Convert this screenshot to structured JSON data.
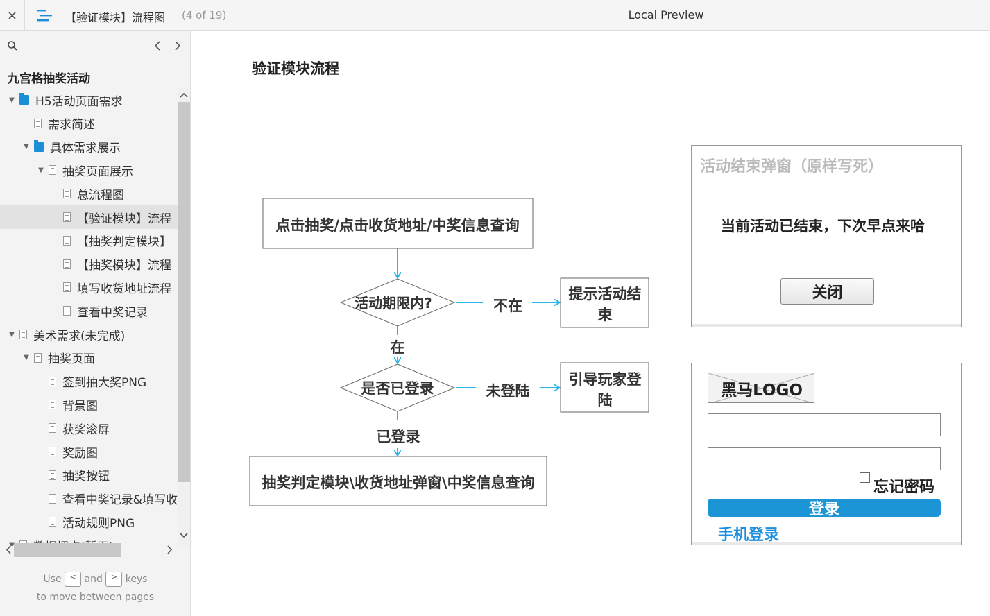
{
  "topbar": {
    "close_symbol": "×",
    "page_title": "【验证模块】流程图",
    "page_count": "(4 of 19)",
    "app_title": "Local Preview"
  },
  "sidebar": {
    "project_title": "九宫格抽奖活动",
    "tree": [
      {
        "label": "H5活动页面需求",
        "type": "folder",
        "level": 0,
        "expanded": true
      },
      {
        "label": "需求简述",
        "type": "page",
        "level": 1
      },
      {
        "label": "具体需求展示",
        "type": "folder",
        "level": 1,
        "expanded": true
      },
      {
        "label": "抽奖页面展示",
        "type": "page",
        "level": 2,
        "expanded": true
      },
      {
        "label": "总流程图",
        "type": "page",
        "level": 3
      },
      {
        "label": "【验证模块】流程",
        "type": "page",
        "level": 3,
        "active": true
      },
      {
        "label": "【抽奖判定模块】",
        "type": "page",
        "level": 3
      },
      {
        "label": "【抽奖模块】流程",
        "type": "page",
        "level": 3
      },
      {
        "label": "填写收货地址流程",
        "type": "page",
        "level": 3
      },
      {
        "label": "查看中奖记录",
        "type": "page",
        "level": 3
      },
      {
        "label": "美术需求(未完成)",
        "type": "page",
        "level": 0,
        "expanded": true
      },
      {
        "label": "抽奖页面",
        "type": "page",
        "level": 1,
        "expanded": true
      },
      {
        "label": "签到抽大奖PNG",
        "type": "page",
        "level": 2
      },
      {
        "label": "背景图",
        "type": "page",
        "level": 2
      },
      {
        "label": "获奖滚屏",
        "type": "page",
        "level": 2
      },
      {
        "label": "奖励图",
        "type": "page",
        "level": 2
      },
      {
        "label": "抽奖按钮",
        "type": "page",
        "level": 2
      },
      {
        "label": "查看中奖记录&填写收",
        "type": "page",
        "level": 2
      },
      {
        "label": "活动规则PNG",
        "type": "page",
        "level": 2
      },
      {
        "label": "数据埋点(暂无)",
        "type": "page",
        "level": 0,
        "expanded": true
      }
    ],
    "hint": {
      "use": "Use",
      "and": "and",
      "keys": "keys",
      "line2": "to move between pages",
      "prev_key": "<",
      "next_key": ">"
    }
  },
  "canvas": {
    "title": "验证模块流程",
    "flow": {
      "start": "点击抽奖/点击收货地址/中奖信息查询",
      "decision1": "活动期限内?",
      "no1": "不在",
      "yes1": "在",
      "result1_line1": "提示活动结",
      "result1_line2": "束",
      "decision2": "是否已登录",
      "no2": "未登陆",
      "yes2": "已登录",
      "result2_line1": "引导玩家登",
      "result2_line2": "陆",
      "end": "抽奖判定模块\\收货地址弹窗\\中奖信息查询"
    },
    "end_popup": {
      "title": "活动结束弹窗（原样写死）",
      "message": "当前活动已结束，下次早点来哈",
      "close_label": "关闭"
    },
    "login": {
      "logo": "黑马LOGO",
      "username_value": "",
      "password_value": "",
      "remember_label": "忘记密码",
      "login_label": "登录",
      "phone_login": "手机登录"
    },
    "colors": {
      "arrow": "#29b6e8",
      "login_button": "#1b95d6",
      "phone_link": "#1e8fe0"
    }
  }
}
